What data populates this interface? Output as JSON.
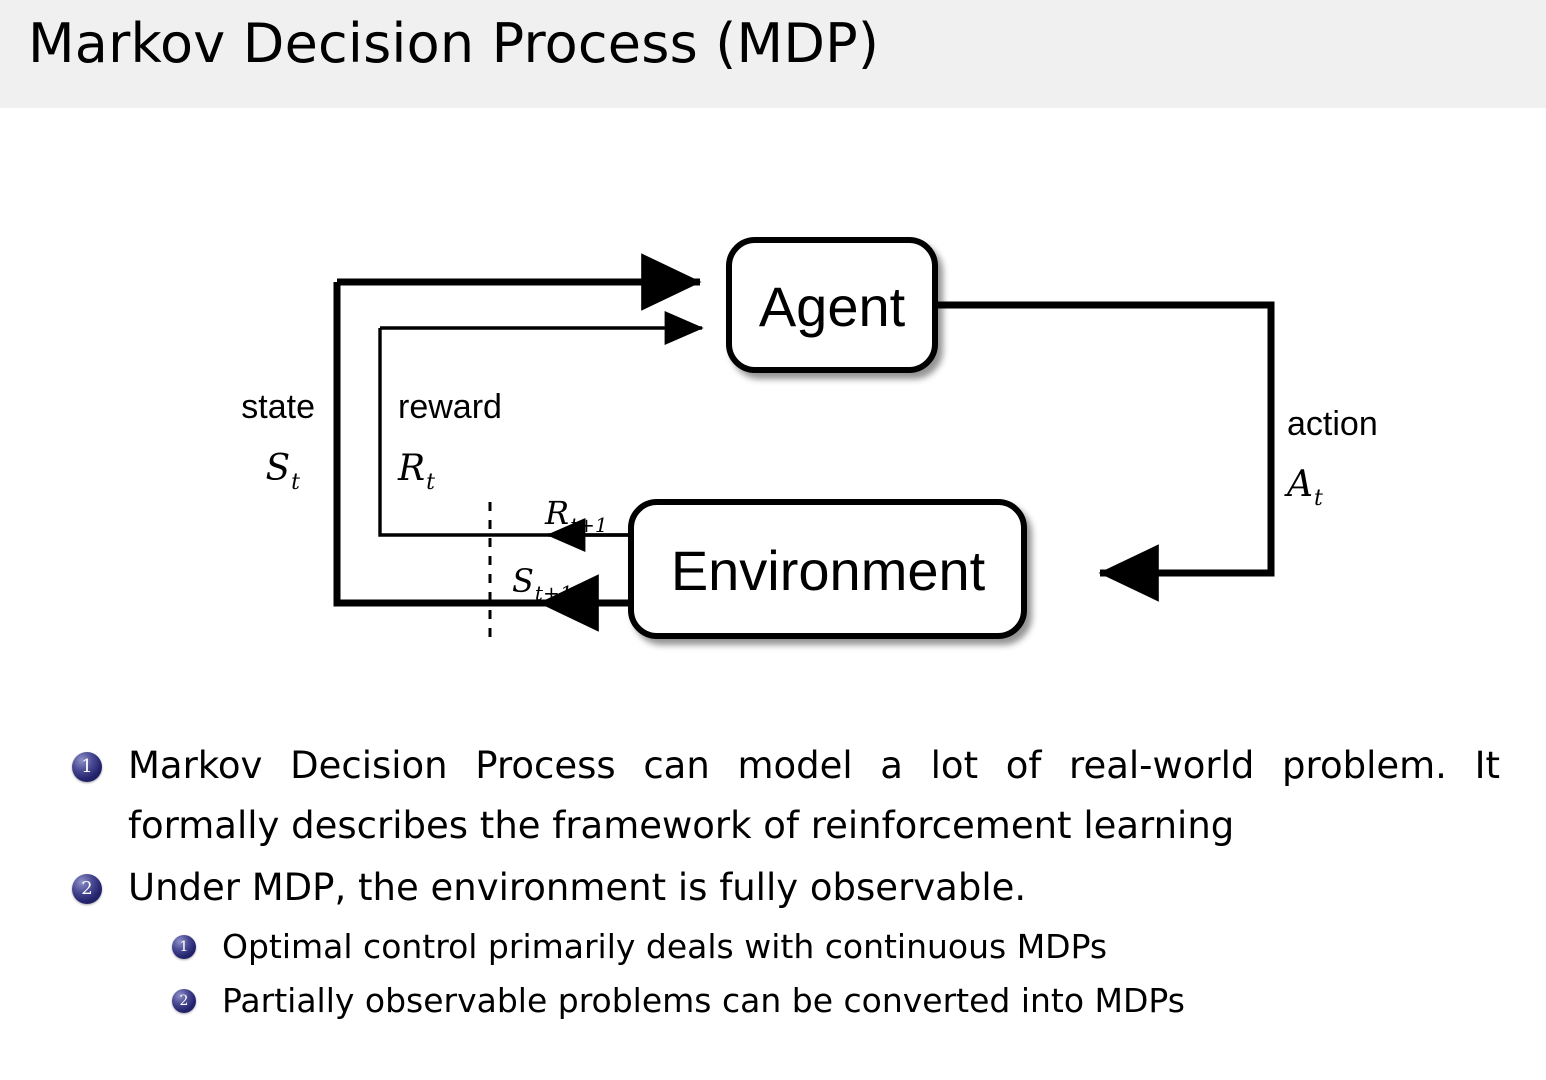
{
  "header": {
    "title": "Markov Decision Process (MDP)",
    "background_color": "#f0f0f0"
  },
  "diagram": {
    "name": "agent-environment-interaction-loop",
    "nodes": [
      {
        "id": "agent",
        "label": "Agent"
      },
      {
        "id": "environment",
        "label": "Environment"
      }
    ],
    "edge_labels": {
      "state_word": "state",
      "state_symbol": "S",
      "state_subscript": "t",
      "reward_word": "reward",
      "reward_symbol": "R",
      "reward_subscript": "t",
      "action_word": "action",
      "action_symbol": "A",
      "action_subscript": "t",
      "next_reward_symbol": "R",
      "next_reward_subscript": "t+1",
      "next_state_symbol": "S",
      "next_state_subscript": "t+1"
    },
    "line_color": "#000000",
    "box_fill": "#ffffff"
  },
  "bullets": {
    "accent_color": "#24246e",
    "items": [
      {
        "marker": "1",
        "level": 1,
        "text": "Markov Decision Process can model a lot of real-world problem. It formally describes the framework of reinforcement learning"
      },
      {
        "marker": "2",
        "level": 1,
        "text": "Under MDP, the environment is fully observable."
      },
      {
        "marker": "1",
        "level": 2,
        "text": "Optimal control primarily deals with continuous MDPs"
      },
      {
        "marker": "2",
        "level": 2,
        "text": "Partially observable problems can be converted into MDPs"
      }
    ]
  }
}
